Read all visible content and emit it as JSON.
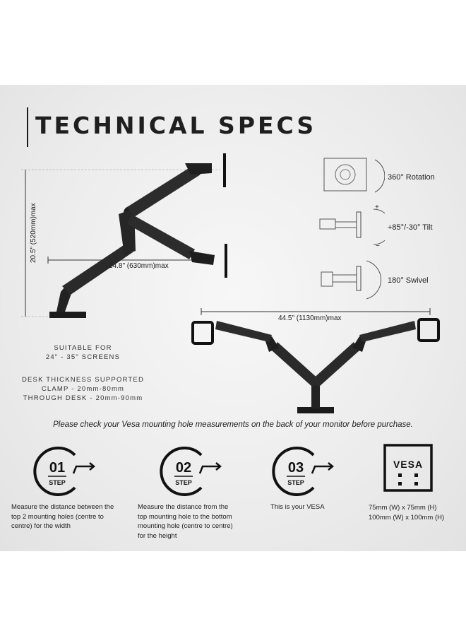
{
  "title": "TECHNICAL SPECS",
  "dimensions": {
    "height": "20.5\" (520mm)max",
    "reach": "24.8\" (630mm)max",
    "span": "44.5\" (1130mm)max"
  },
  "features": [
    {
      "label": "360° Rotation",
      "icon": "rotation-icon"
    },
    {
      "label": "+85°/-30° Tilt",
      "icon": "tilt-icon"
    },
    {
      "label": "180° Swivel",
      "icon": "swivel-icon"
    }
  ],
  "tilt_signs": {
    "plus": "+",
    "minus": "−"
  },
  "suitable": {
    "line1": "SUITABLE FOR",
    "line2": "24\" - 35\" SCREENS"
  },
  "desk": {
    "line1": "DESK THICKNESS SUPPORTED",
    "line2": "CLAMP - 20mm-80mm",
    "line3": "THROUGH DESK - 20mm-90mm"
  },
  "note": "Please check your Vesa mounting hole measurements on the back of your monitor before purchase.",
  "steps": [
    {
      "number": "01",
      "word": "STEP",
      "text": "Measure the distance between the top 2 mounting holes (centre to centre) for the width"
    },
    {
      "number": "02",
      "word": "STEP",
      "text": "Measure the distance from the top mounting hole to the bottom mounting hole (centre to centre) for the height"
    },
    {
      "number": "03",
      "word": "STEP",
      "text": "This is your VESA"
    }
  ],
  "vesa": {
    "logo": "VESA",
    "size1": "75mm (W) x 75mm (H)",
    "size2": "100mm (W) x 100mm (H)"
  }
}
